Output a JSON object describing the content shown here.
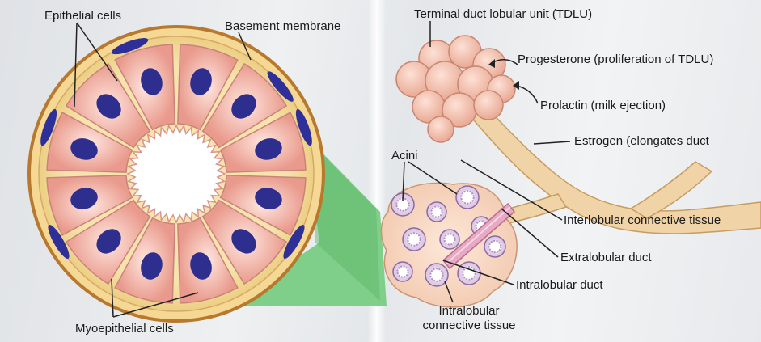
{
  "left_diagram": {
    "labels": {
      "epithelial_cells": "Epithelial cells",
      "basement_membrane": "Basement membrane",
      "myoepithelial_cells": "Myoepithelial cells"
    }
  },
  "right_diagram": {
    "labels": {
      "tdlu": "Terminal duct lobular unit (TDLU)",
      "progesterone": "Progesterone (proliferation of TDLU)",
      "prolactin": "Prolactin (milk ejection)",
      "estrogen": "Estrogen (elongates duct",
      "acini": "Acini",
      "interlobular": "Interlobular connective tissue",
      "extralobular": "Extralobular duct",
      "intralobular_duct": "Intralobular duct",
      "intralobular_ct_line1": "Intralobular",
      "intralobular_ct_line2": "connective tissue"
    }
  },
  "colors": {
    "cell_fill": "#f4c2b8",
    "cell_edge": "#c9837a",
    "nucleus": "#2e2e8e",
    "outer_ring": "#f5dd9f",
    "basement": "#c8893b",
    "green_wedge": "#7fcf86",
    "duct": "#efcfa1",
    "lumen": "#ffffff"
  }
}
